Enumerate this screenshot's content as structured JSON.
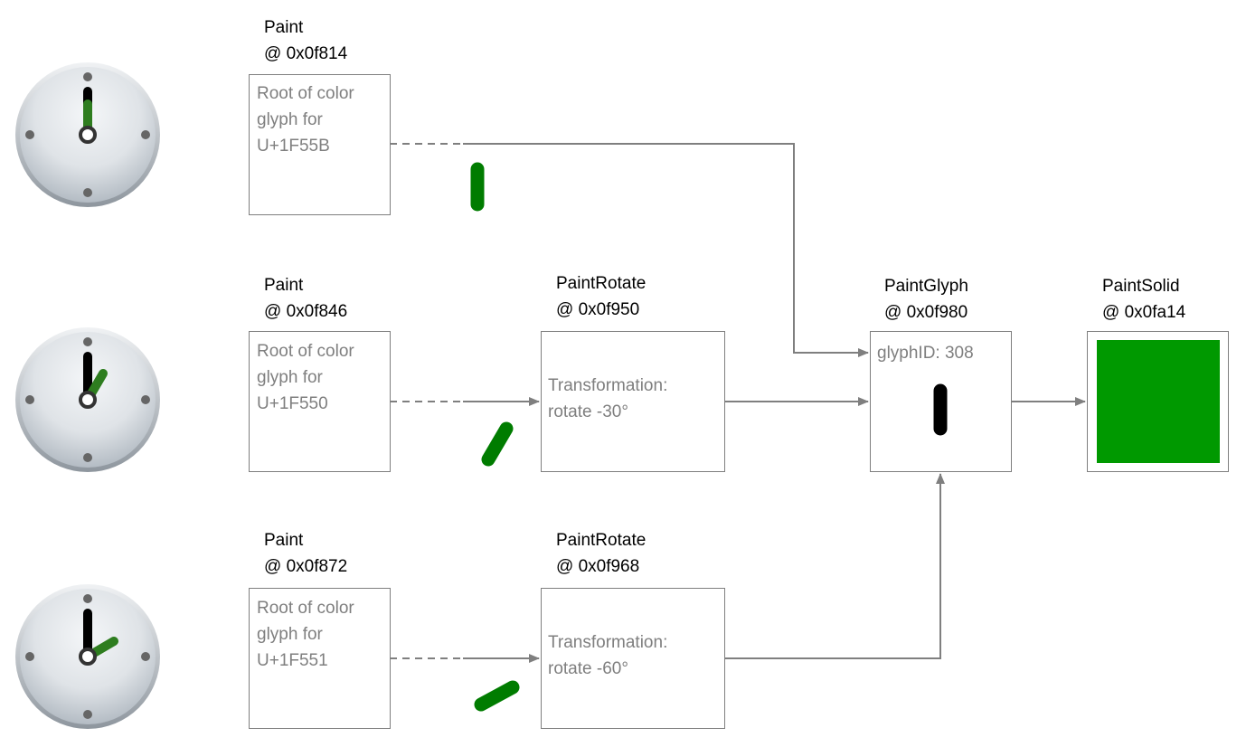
{
  "colors": {
    "border": "#7f7f7f",
    "green": "#009900",
    "hand_green": "#007c00",
    "text_gray": "#7f7f7f"
  },
  "icons": [
    "clock-icon-0",
    "clock-icon-30",
    "clock-icon-60"
  ],
  "paint_nodes": [
    {
      "title": "Paint",
      "address": "@ 0x0f814",
      "lines": [
        "Root of color",
        "glyph for",
        "U+1F55B"
      ]
    },
    {
      "title": "Paint",
      "address": "@ 0x0f846",
      "lines": [
        "Root of color",
        "glyph for",
        "U+1F550"
      ]
    },
    {
      "title": "Paint",
      "address": "@ 0x0f872",
      "lines": [
        "Root of color",
        "glyph for",
        "U+1F551"
      ]
    }
  ],
  "rotate_nodes": [
    {
      "title": "PaintRotate",
      "address": "@ 0x0f950",
      "lines": [
        "Transformation:",
        "rotate -30°"
      ]
    },
    {
      "title": "PaintRotate",
      "address": "@ 0x0f968",
      "lines": [
        "Transformation:",
        "rotate -60°"
      ]
    }
  ],
  "glyph_node": {
    "title": "PaintGlyph",
    "address": "@ 0x0f980",
    "text": "glyphID: 308"
  },
  "solid_node": {
    "title": "PaintSolid",
    "address": "@ 0x0fa14",
    "color": "#009900"
  }
}
